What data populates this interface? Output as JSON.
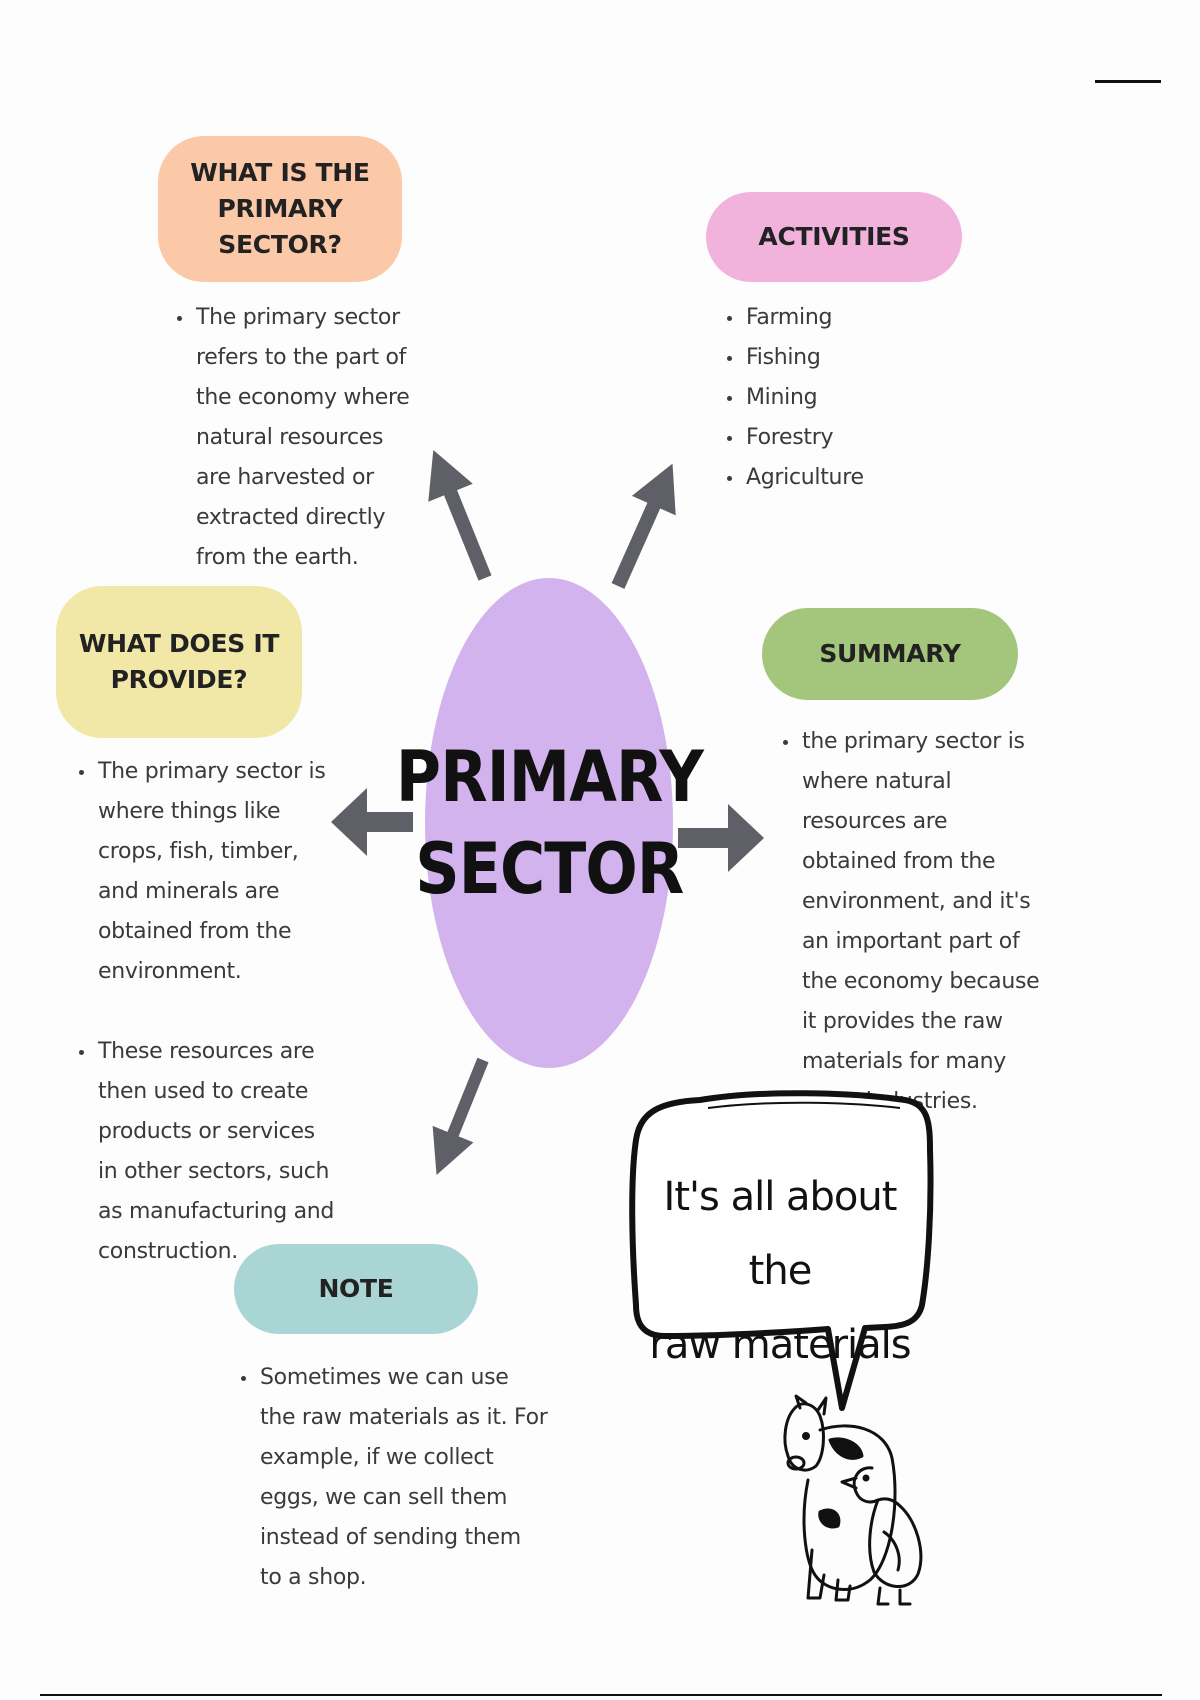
{
  "center": {
    "line1": "PRIMARY",
    "line2": "SECTOR"
  },
  "sections": {
    "what_is": {
      "title_line1": "WHAT IS THE PRIMARY",
      "title_line2": "SECTOR?",
      "items": [
        "The primary sector refers to the part of the economy where natural resources are harvested or extracted directly from the earth."
      ]
    },
    "activities": {
      "title": "ACTIVITIES",
      "items": [
        "Farming",
        "Fishing",
        "Mining",
        "Forestry",
        "Agriculture"
      ]
    },
    "provide": {
      "title_line1": "WHAT DOES IT",
      "title_line2": "PROVIDE?",
      "items": [
        "The primary sector is where things like crops, fish, timber, and minerals are obtained from the environment.",
        "These resources are then used to create products or services in other sectors, such as manufacturing and construction."
      ]
    },
    "summary": {
      "title": "SUMMARY",
      "items": [
        "the primary sector is where natural resources are obtained from the environment, and it's an important part of the economy because it provides the raw materials for many other industries."
      ]
    },
    "note": {
      "title": "NOTE",
      "items": [
        "Sometimes we can use the raw materials as it. For example, if we collect eggs, we can sell them instead of sending them to a shop."
      ]
    }
  },
  "speech": {
    "line1": "It's all about the",
    "line2": "raw materials"
  },
  "illustration": {
    "icon": "cow-and-duck-icon"
  },
  "colors": {
    "what_is": "#fbc8a8",
    "activities": "#f1b3dc",
    "provide": "#f1e8a8",
    "summary": "#a3c57c",
    "note": "#a9d5d4",
    "center": "#d3b3ee",
    "arrow": "#5f5f68"
  }
}
